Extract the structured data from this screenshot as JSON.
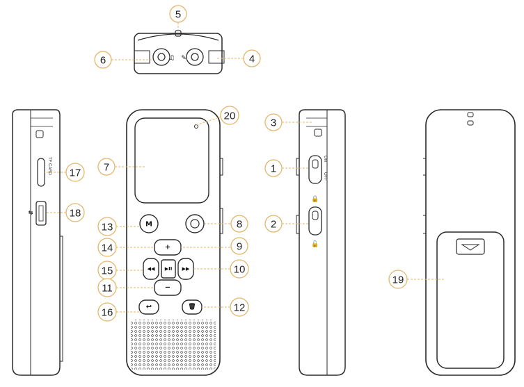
{
  "callouts": [
    {
      "id": 1,
      "label": "1"
    },
    {
      "id": 2,
      "label": "2"
    },
    {
      "id": 3,
      "label": "3"
    },
    {
      "id": 4,
      "label": "4"
    },
    {
      "id": 5,
      "label": "5"
    },
    {
      "id": 6,
      "label": "6"
    },
    {
      "id": 7,
      "label": "7"
    },
    {
      "id": 8,
      "label": "8"
    },
    {
      "id": 9,
      "label": "9"
    },
    {
      "id": 10,
      "label": "10"
    },
    {
      "id": 11,
      "label": "11"
    },
    {
      "id": 12,
      "label": "12"
    },
    {
      "id": 13,
      "label": "13"
    },
    {
      "id": 14,
      "label": "14"
    },
    {
      "id": 15,
      "label": "15"
    },
    {
      "id": 16,
      "label": "16"
    },
    {
      "id": 17,
      "label": "17"
    },
    {
      "id": 18,
      "label": "18"
    },
    {
      "id": 19,
      "label": "19"
    },
    {
      "id": 20,
      "label": "20"
    }
  ],
  "side_labels": {
    "tf_card": "TF CARD",
    "on": "ON",
    "off": "OFF"
  },
  "buttons": {
    "menu": "M",
    "plus": "+",
    "minus": "−",
    "play_pause": "▶II",
    "prev": "◀◀",
    "next": "▶▶"
  },
  "colors": {
    "line": "#2a2a2a",
    "callout_border": "#e3b66a",
    "leader": "#e3b66a"
  }
}
